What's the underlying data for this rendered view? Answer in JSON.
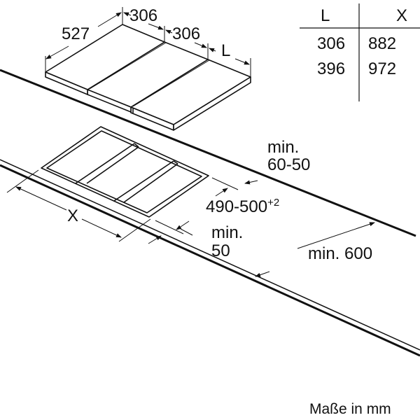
{
  "table": {
    "headers": [
      "L",
      "X"
    ],
    "rows": [
      [
        "306",
        "882"
      ],
      [
        "396",
        "972"
      ]
    ]
  },
  "dimensions": {
    "depth": "527",
    "module1_width": "306",
    "module2_width": "306",
    "module3_width": "L",
    "cutout_width": "X",
    "cutout_depth": "490-500",
    "cutout_depth_tolerance": "+2",
    "back_gap_line1": "min.",
    "back_gap_line2": "60-50",
    "front_gap_line1": "min.",
    "front_gap_line2": "50",
    "worktop_depth": "min. 600"
  },
  "footer": "Maße in mm",
  "colors": {
    "line": "#111111",
    "background": "#ffffff"
  }
}
